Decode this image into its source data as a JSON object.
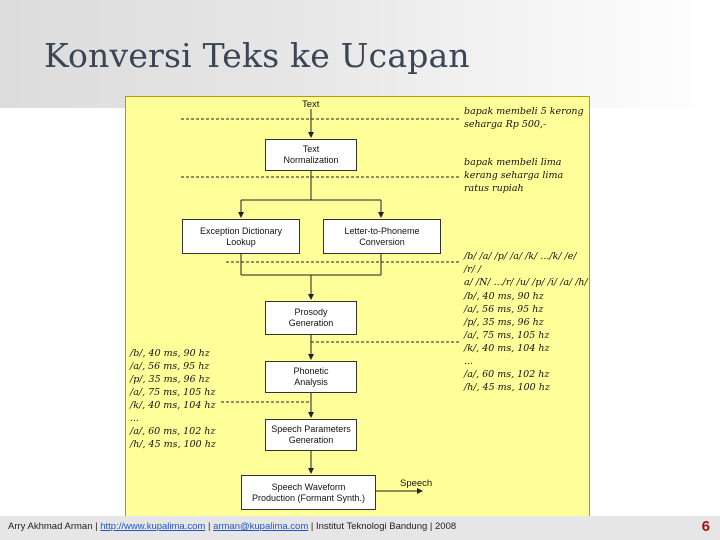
{
  "slide": {
    "title": "Konversi Teks ke Ucapan",
    "page_number": "6"
  },
  "diagram": {
    "input_label": "Text",
    "output_label": "Speech",
    "boxes": {
      "text_normalization": "Text\nNormalization",
      "exception_dictionary": "Exception Dictionary\nLookup",
      "letter_to_phoneme": "Letter-to-Phoneme\nConversion",
      "prosody_generation": "Prosody\nGeneration",
      "phonetic_analysis": "Phonetic\nAnalysis",
      "speech_parameters": "Speech Parameters\nGeneration",
      "speech_waveform": "Speech Waveform\nProduction (Formant Synth.)"
    },
    "notes": {
      "raw_text": "bapak membeli 5 kerong\nseharga Rp 500,-",
      "normalized_text": "bapak membeli lima\nkerang seharga lima\nratus rupiah",
      "phonemes": "/b/ /a/ /p/ /a/ /k/ .../k/ /e/ /r/ /\na/ /N/ .../r/ /u/ /p/ /i/ /a/ /h/",
      "prosody_right": "/b/, 40 ms, 90 hz\n/a/, 56 ms, 95 hz\n/p/, 35 ms, 96 hz\n/a/, 75 ms, 105 hz\n/k/, 40 ms, 104 hz\n...\n/a/, 60 ms, 102 hz\n/h/, 45 ms, 100 hz",
      "prosody_left": "/b/, 40 ms, 90 hz\n/a/, 56 ms, 95 hz\n/p/, 35 ms, 96 hz\n/a/, 75 ms, 105 hz\n/k/, 40 ms, 104 hz\n...\n/a/, 60 ms, 102 hz\n/h/, 45 ms, 100 hz"
    }
  },
  "footer": {
    "author": "Arry Akhmad Arman | ",
    "link1": "http://www.kupalima.com",
    "sep1": " | ",
    "link2": "arman@kupalima.com",
    "rest": " | Institut Teknologi Bandung | 2008"
  },
  "colors": {
    "diagram_background": "#ffff99",
    "title_color": "#3a4656",
    "page_number_color": "#b01010"
  }
}
